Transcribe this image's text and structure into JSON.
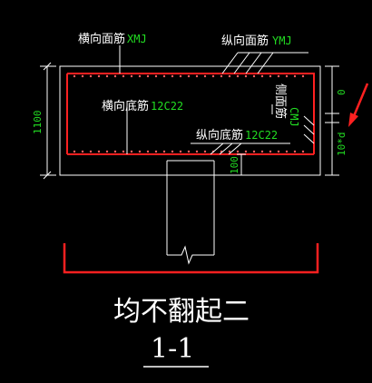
{
  "labels": {
    "top_transverse_cn": "横向面筋",
    "top_transverse_code": "XMJ",
    "top_longitudinal_cn": "纵向面筋",
    "top_longitudinal_code": "YMJ",
    "bottom_transverse_cn": "横向底筋",
    "bottom_transverse_code": "12C22",
    "bottom_longitudinal_cn": "纵向底筋",
    "bottom_longitudinal_code": "12C22",
    "side_bar_cn": "侧面筋",
    "side_bar_code": "CMJ"
  },
  "dimensions": {
    "height": "1100",
    "top_cover": "0",
    "bend_length": "10*d",
    "bottom_cover": "100"
  },
  "caption": {
    "title": "均不翻起二",
    "section": "1-1"
  },
  "colors": {
    "rebar": "#ff2020",
    "annotation_code": "#22dd22",
    "lines": "#ffffff",
    "arrow": "#ff2020",
    "background": "#000000"
  }
}
